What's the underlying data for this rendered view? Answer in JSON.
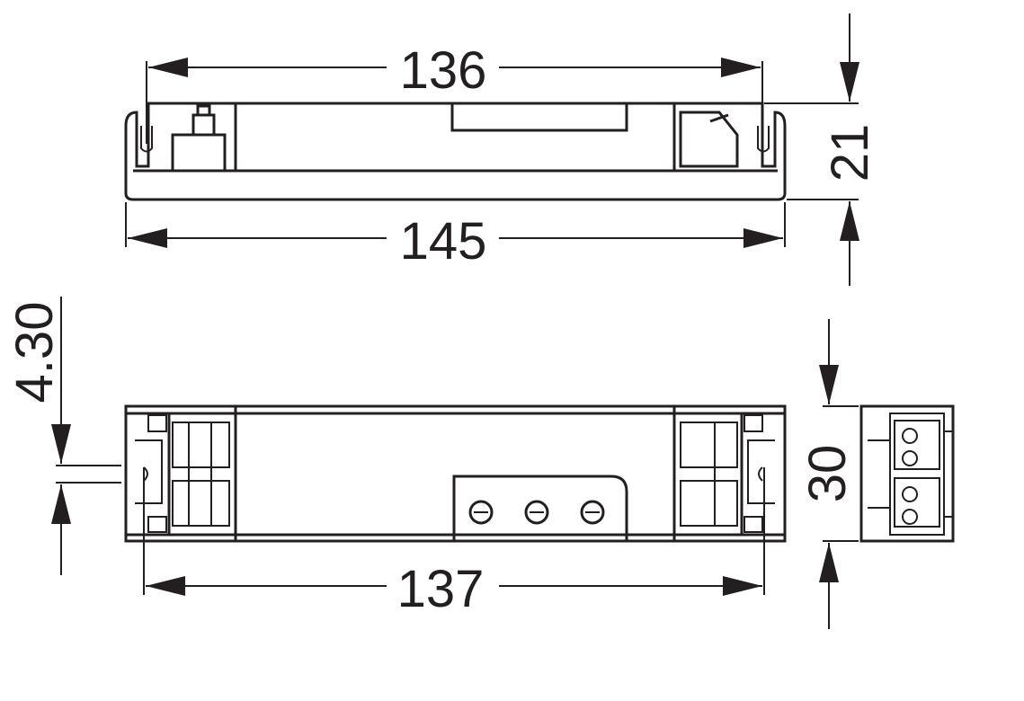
{
  "dimensions": {
    "top_inner_length": "136",
    "top_overall_length": "145",
    "height": "21",
    "mount_slot": "4.30",
    "mount_spacing": "137",
    "width": "30"
  }
}
